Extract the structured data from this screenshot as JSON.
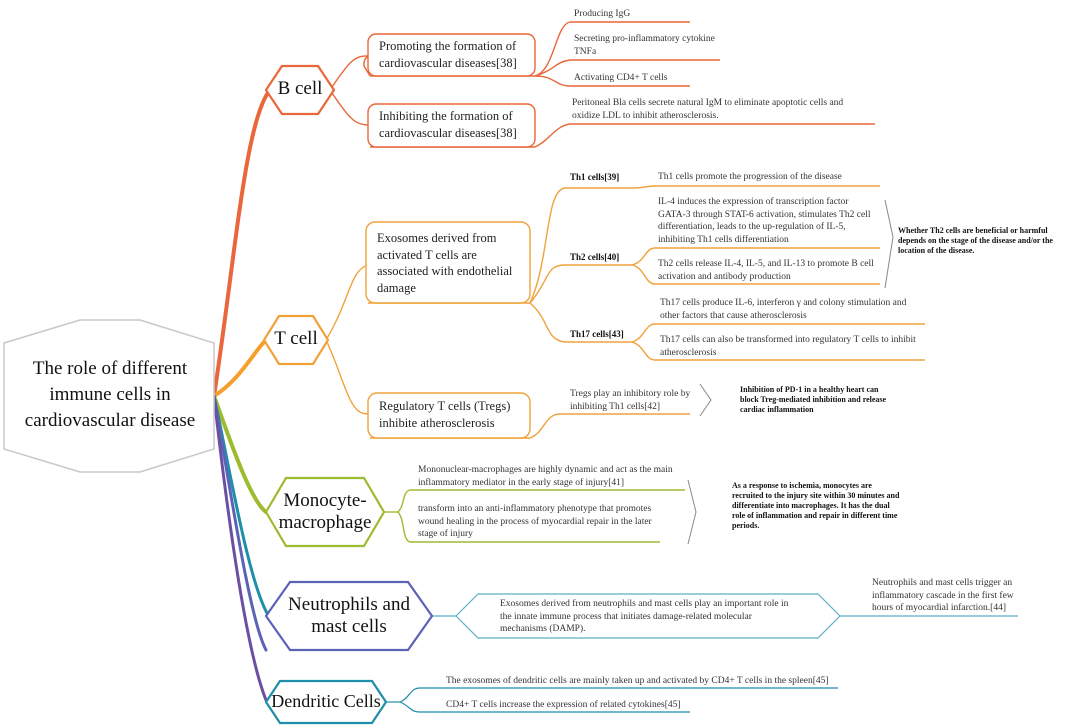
{
  "root": {
    "label": "The role of different immune cells in cardiovascular disease"
  },
  "b_cell": {
    "label": "B cell",
    "promoting": {
      "label": "Promoting the formation of cardiovascular diseases[38]",
      "items": [
        "Producing IgG",
        "Secreting pro-inflammatory cytokine TNFa",
        "Activating CD4+ T cells"
      ]
    },
    "inhibiting": {
      "label": "Inhibiting the formation of cardiovascular diseases[38]",
      "items": [
        "Peritoneal Bla cells secrete natural IgM to eliminate apoptotic cells and oxidize LDL to inhibit atherosclerosis."
      ]
    }
  },
  "t_cell": {
    "label": "T cell",
    "exosomes": {
      "label": "Exosomes derived from activated T cells are associated with endothelial damage",
      "th1": {
        "label": "Th1 cells[39]",
        "items": [
          "Th1 cells promote the progression of the disease"
        ]
      },
      "th2": {
        "label": "Th2 cells[40]",
        "items": [
          "IL-4 induces the expression of transcription factor GATA-3 through STAT-6 activation, stimulates Th2 cell differentiation, leads to the up-regulation of IL-5, inhibiting Th1 cells differentiation",
          "Th2 cells release IL-4, IL-5, and IL-13 to promote B cell activation and antibody production"
        ]
      },
      "th17": {
        "label": "Th17 cells[43]",
        "items": [
          "Th17 cells produce IL-6, interferon γ and colony stimulation and other factors that cause atherosclerosis",
          "Th17 cells can also be transformed into regulatory T cells to inhibit atherosclerosis"
        ]
      },
      "note": "Whether Th2 cells are beneficial or harmful depends on the stage of the disease and/or the location of the disease."
    },
    "tregs": {
      "label": "Regulatory T cells (Tregs) inhibite atherosclerosis",
      "items": [
        "Tregs play an inhibitory role by inhibiting Th1 cells[42]"
      ],
      "note": "Inhibition of PD-1 in a healthy heart can block Treg-mediated inhibition and release cardiac inflammation"
    }
  },
  "monocyte": {
    "label": "Monocyte-macrophage",
    "items": [
      "Mononuclear-macrophages are highly dynamic and act as the main inflammatory mediator in the early stage of injury[41]",
      "transform into an anti-inflammatory phenotype that promotes wound healing in the process of myocardial repair in the later stage of injury"
    ],
    "note": "As a response to ischemia, monocytes are recruited to the injury site within 30 minutes and differentiate into macrophages. It has the dual role of inflammation and repair in different time periods."
  },
  "neutrophils": {
    "label": "Neutrophils and mast cells",
    "item": "Exosomes derived from neutrophils and mast cells play an important role in the innate immune process that initiates damage-related molecular mechanisms (DAMP).",
    "note": "Neutrophils and mast cells trigger an inflammatory cascade in the first few hours of myocardial infarction.[44]"
  },
  "dendritic": {
    "label": "Dendritic Cells",
    "items": [
      "The exosomes of dendritic cells are mainly taken up and activated by CD4+ T cells in the spleen[45]",
      "CD4+ T cells increase the expression of related cytokines[45]"
    ]
  },
  "colors": {
    "b_cell": "#e9673a",
    "t_cell": "#f0a23a",
    "monocyte": "#9cbb2e",
    "neutrophils": "#5b63b6",
    "dendritic": "#1f8ea8",
    "root_border": "#c8c8c8",
    "neutral": "#888888"
  }
}
